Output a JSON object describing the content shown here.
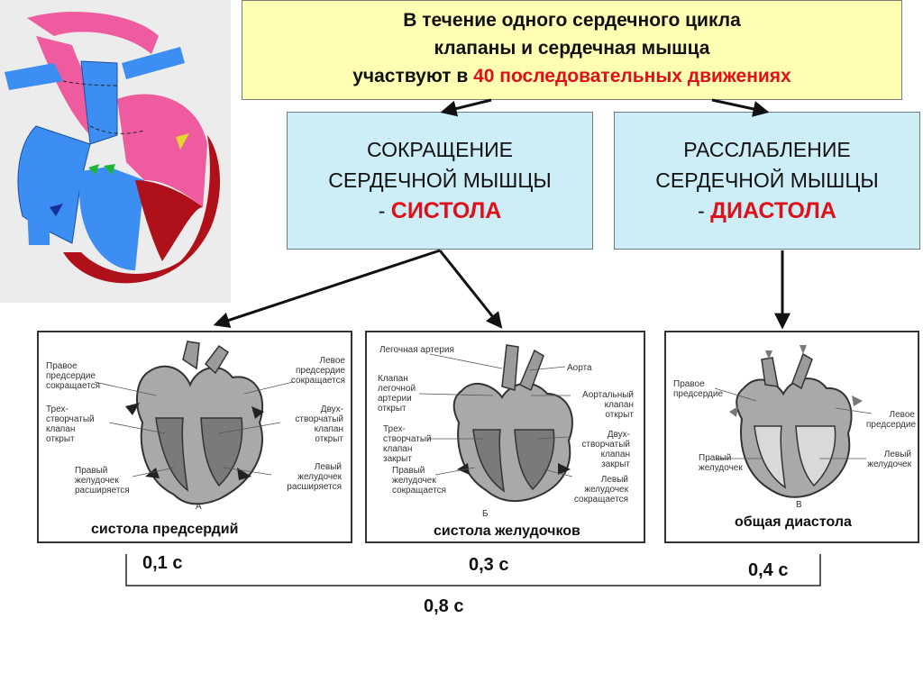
{
  "header": {
    "line1": "В течение одного сердечного цикла",
    "line2": "клапаны и сердечная мышца",
    "line3_prefix": "участвуют в ",
    "line3_highlight": "40 последовательных движениях"
  },
  "systole_box": {
    "line1": "СОКРАЩЕНИЕ",
    "line2": "СЕРДЕЧНОЙ МЫШЦЫ",
    "dash": "- ",
    "term": "СИСТОЛА"
  },
  "diastole_box": {
    "line1": "РАССЛАБЛЕНИЕ",
    "line2": "СЕРДЕЧНОЙ МЫШЦЫ",
    "dash": "- ",
    "term": "ДИАСТОЛА"
  },
  "panels": {
    "a": {
      "caption": "систола предсердий",
      "letter": "А",
      "labels": [
        "Правое предсердие сокращается",
        "Левое предсердие сокращается",
        "Трех-створчатый клапан открыт",
        "Двух-створчатый клапан открыт",
        "Правый желудочек расширяется",
        "Левый желудочек расширяется"
      ]
    },
    "b": {
      "caption": "систола желудочков",
      "letter": "Б",
      "labels": [
        "Легочная артерия",
        "Аорта",
        "Клапан легочной артерии открыт",
        "Аортальный клапан открыт",
        "Трех-створчатый клапан закрыт",
        "Двух-створчатый клапан закрыт",
        "Правый желудочек сокращается",
        "Левый желудочек сокращается"
      ]
    },
    "c": {
      "caption": "общая диастола",
      "letter": "В",
      "labels": [
        "Правое предсердие",
        "Левое предсердие",
        "Правый желудочек",
        "Левый желудочек"
      ]
    }
  },
  "durations": {
    "atrial": "0,1 с",
    "ventricular": "0,3 с",
    "diastole": "0,4 с",
    "total": "0,8 с"
  },
  "colors": {
    "header_bg": "#ffffb3",
    "phase_bg": "#cdeef6",
    "accent_red": "#e0101a",
    "heart_pink": "#ee5b9e",
    "heart_blue": "#3c8ef3",
    "heart_red": "#b0101a"
  }
}
